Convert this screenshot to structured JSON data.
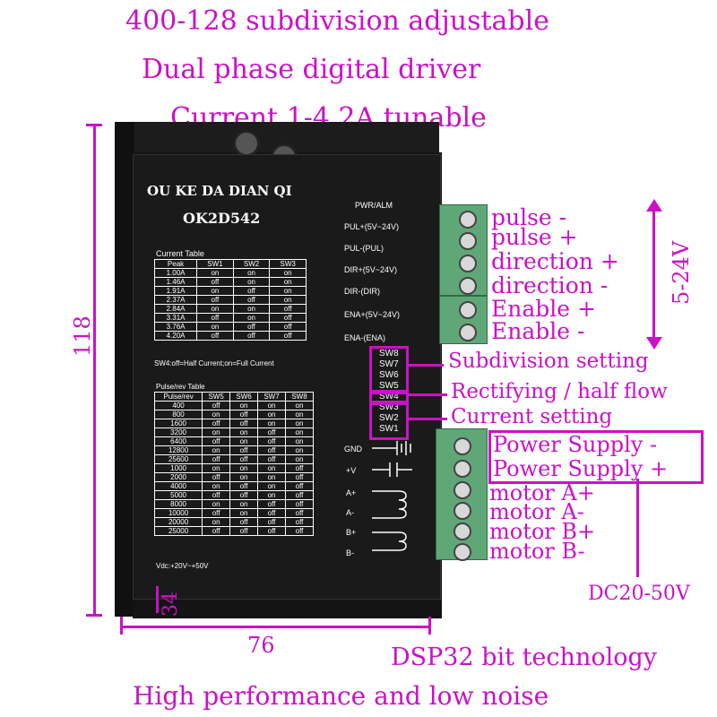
{
  "headline": {
    "line1": "400-128 subdivision adjustable",
    "line2": "Dual phase digital driver",
    "line3": "Current 1-4.2A tunable"
  },
  "device": {
    "brand": "OU KE DA DIAN QI",
    "model": "OK2D542",
    "pwr_alm": "PWR/ALM",
    "signal_labels": [
      "PUL+(5V~24V)",
      "PUL-(PUL)",
      "DIR+(5V~24V)",
      "DIR-(DIR)",
      "ENA+(5V~24V)",
      "ENA-(ENA)"
    ],
    "sw_labels": [
      "SW8",
      "SW7",
      "SW6",
      "SW5",
      "SW4",
      "SW3",
      "SW2",
      "SW1"
    ],
    "power_labels": [
      "GND",
      "+V",
      "A+",
      "A-",
      "B+",
      "B-"
    ],
    "current_table_title": "Current Table",
    "current_table_headers": [
      "Peak",
      "SW1",
      "SW2",
      "SW3"
    ],
    "current_table_rows": [
      [
        "1.00A",
        "on",
        "on",
        "on"
      ],
      [
        "1.46A",
        "off",
        "on",
        "on"
      ],
      [
        "1.91A",
        "on",
        "off",
        "on"
      ],
      [
        "2.37A",
        "off",
        "off",
        "on"
      ],
      [
        "2.84A",
        "on",
        "on",
        "off"
      ],
      [
        "3.31A",
        "off",
        "on",
        "off"
      ],
      [
        "3.76A",
        "on",
        "off",
        "off"
      ],
      [
        "4.20A",
        "off",
        "off",
        "off"
      ]
    ],
    "sw4_note": "SW4:off=Half Current;on=Full Current",
    "pulse_table_title": "Pulse/rev Table",
    "pulse_table_headers": [
      "Pulse/rev",
      "SW5",
      "SW6",
      "SW7",
      "SW8"
    ],
    "pulse_table_rows": [
      [
        "400",
        "off",
        "on",
        "on",
        "on"
      ],
      [
        "800",
        "on",
        "off",
        "on",
        "on"
      ],
      [
        "1600",
        "off",
        "off",
        "on",
        "on"
      ],
      [
        "3200",
        "on",
        "on",
        "off",
        "on"
      ],
      [
        "6400",
        "off",
        "on",
        "off",
        "on"
      ],
      [
        "12800",
        "on",
        "off",
        "off",
        "on"
      ],
      [
        "25600",
        "off",
        "off",
        "off",
        "on"
      ],
      [
        "1000",
        "on",
        "on",
        "on",
        "off"
      ],
      [
        "2000",
        "off",
        "on",
        "on",
        "off"
      ],
      [
        "4000",
        "on",
        "off",
        "on",
        "off"
      ],
      [
        "5000",
        "off",
        "off",
        "on",
        "off"
      ],
      [
        "8000",
        "on",
        "on",
        "off",
        "off"
      ],
      [
        "10000",
        "off",
        "on",
        "off",
        "off"
      ],
      [
        "20000",
        "on",
        "off",
        "off",
        "off"
      ],
      [
        "25000",
        "off",
        "off",
        "off",
        "off"
      ]
    ],
    "vdc_note": "Vdc:+20V~+50V"
  },
  "annotations": {
    "signal": [
      "pulse -",
      "pulse +",
      "direction +",
      "direction -",
      "Enable +",
      "Enable -"
    ],
    "voltage_range": "5-24V",
    "subdivision": "Subdivision setting",
    "rectifying": "Rectifying / half flow",
    "current": "Current setting",
    "power": [
      "Power Supply -",
      "Power Supply +"
    ],
    "motor": [
      "motor A+",
      "motor A-",
      "motor B+",
      "motor B-"
    ],
    "dc_range": "DC20-50V"
  },
  "dimensions": {
    "height": "118",
    "width": "76",
    "depth": "34"
  },
  "footer": {
    "line1": "DSP32 bit technology",
    "line2": "High performance and low noise"
  },
  "colors": {
    "accent": "#cc10c8",
    "device": "#141414",
    "terminal": "#5fa777"
  }
}
